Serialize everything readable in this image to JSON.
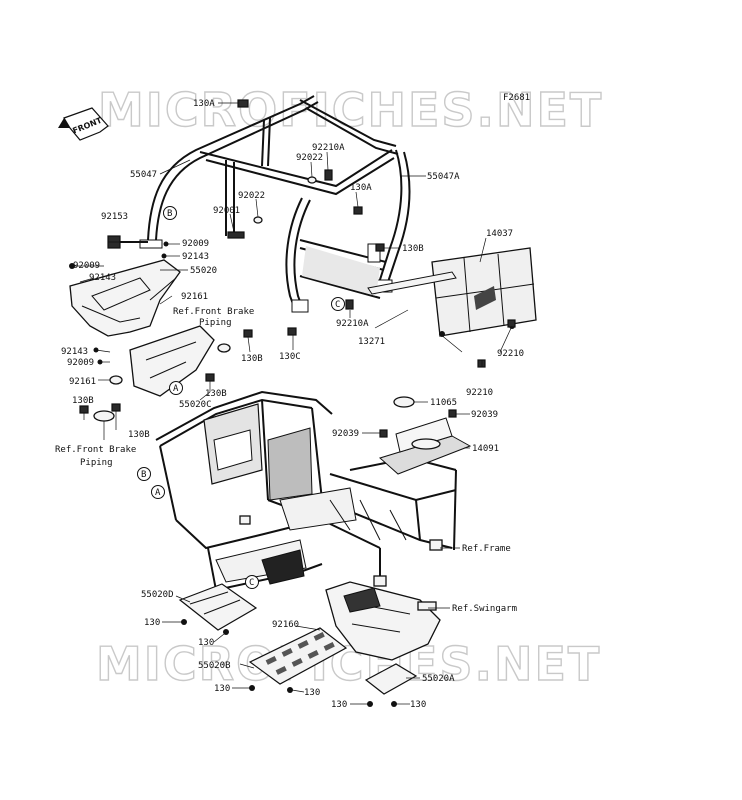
{
  "figure_code": "F2681",
  "watermark": "MICROFICHES.NET",
  "front_arrow_label": "FRONT",
  "callouts": {
    "a": "A",
    "b": "B",
    "c": "C"
  },
  "labels": {
    "l130A_top": "130A",
    "l92210A_top": "92210A",
    "l92022_top": "92022",
    "l55047": "55047",
    "l55047A": "55047A",
    "l130A_mid": "130A",
    "l92022_mid": "92022",
    "l92153": "92153",
    "l92001": "92001",
    "l14037": "14037",
    "l92009_a": "92009",
    "l92143_a": "92143",
    "l92009_b": "92009",
    "l55020": "55020",
    "l92143_b": "92143",
    "l130B_right": "130B",
    "l92161_a": "92161",
    "ref_front_brake_1": "Ref.Front Brake",
    "piping_1": "Piping",
    "l92210A_mid": "92210A",
    "l13271": "13271",
    "l130C": "130C",
    "l130B_mid": "130B",
    "l92210_a": "92210",
    "l92143_c": "92143",
    "l92009_c": "92009",
    "l92161_b": "92161",
    "l130B_b": "130B",
    "l55020C": "55020C",
    "l92210_b": "92210",
    "l130B_left": "130B",
    "l11065": "11065",
    "l92039_a": "92039",
    "l130B_bottom": "130B",
    "l92039_b": "92039",
    "l14091": "14091",
    "ref_front_brake_2": "Ref.Front Brake",
    "piping_2": "Piping",
    "ref_frame": "Ref.Frame",
    "l55020D": "55020D",
    "ref_swingarm": "Ref.Swingarm",
    "l130_a": "130",
    "l92160": "92160",
    "l130_b": "130",
    "l55020B": "55020B",
    "l55020A": "55020A",
    "l130_c": "130",
    "l130_d": "130",
    "l130_e": "130",
    "l130_f": "130"
  }
}
